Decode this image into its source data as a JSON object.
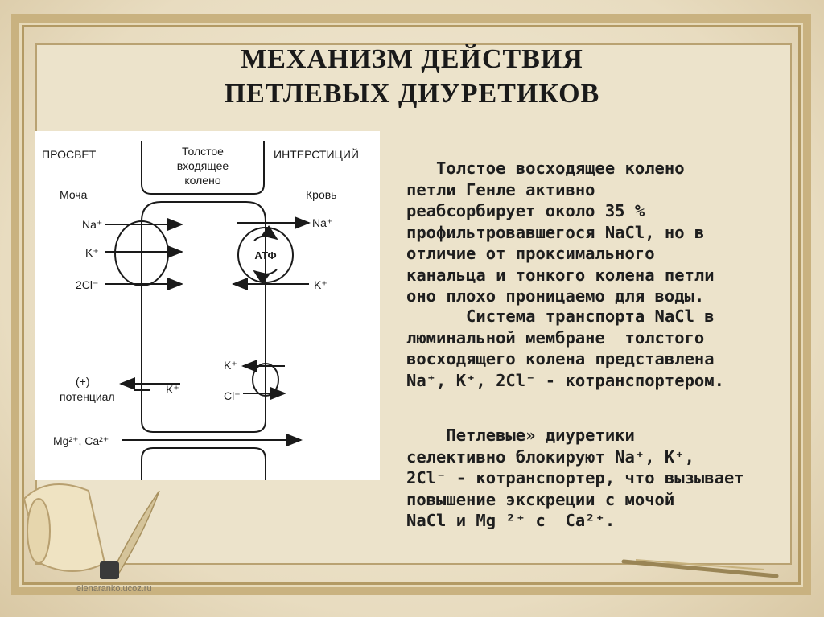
{
  "title": {
    "line1": "МЕХАНИЗМ ДЕЙСТВИЯ",
    "line2": "ПЕТЛЕВЫХ  ДИУРЕТИКОВ"
  },
  "diagram": {
    "lumen": "ПРОСВЕТ",
    "urine": "Моча",
    "cell_label_1": "Толстое",
    "cell_label_2": "входящее",
    "cell_label_3": "колено",
    "interstitium": "ИНТЕРСТИЦИЙ",
    "blood": "Кровь",
    "na_left": "Na⁺",
    "k_left": "K⁺",
    "cl_left": "2Cl⁻",
    "na_right": "Na⁺",
    "k_right": "K⁺",
    "atp": "АТФ",
    "k_basal": "K⁺",
    "cl_basal": "Cl⁻",
    "potential_plus": "(+)",
    "potential": "потенциал",
    "k_channel": "K⁺",
    "mg_ca": "Mg²⁺, Ca²⁺"
  },
  "text": {
    "p1": "   Толстое восходящее колено\nпетли Генле активно\nреабсорбирует около 35 %\nпрофильтровавшегося NaCl, но в\nотличие от проксимального\nканальца и тонкого колена петли\nоно плохо проницаемо для воды.",
    "p2": "      Система транспорта NaCl в\nлюминальной мембране  толстого\nвосходящего колена представлена\nNa⁺, K⁺, 2Cl⁻ - котранспортером.",
    "p3": "    Петлевые» диуретики\nселективно блокируют Na⁺, K⁺,\n2Cl⁻ - котранспортер, что вызывает\nповышение экскреции с мочой\nNaCl и Mg ²⁺ с  Ca²⁺."
  },
  "watermark": "elenaranko.ucoz.ru",
  "colors": {
    "frame": "#c9b280",
    "paper": "#ece3cb",
    "text": "#1e1e1e"
  }
}
